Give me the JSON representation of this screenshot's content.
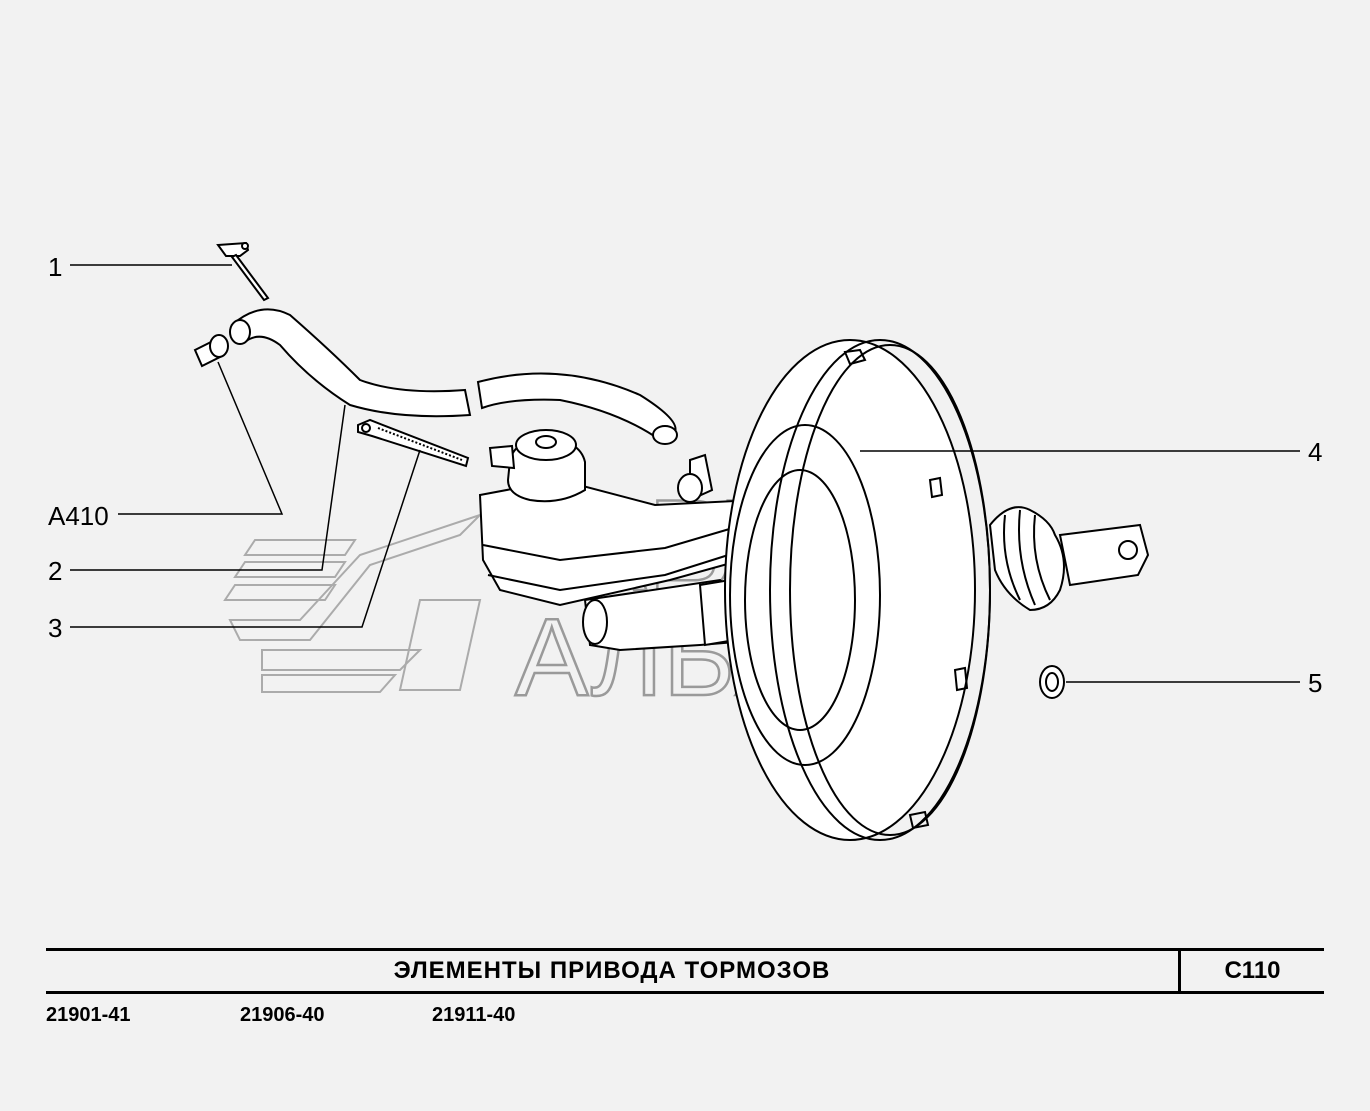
{
  "callouts": {
    "c1": "1",
    "cA410": "A410",
    "c2": "2",
    "c3": "3",
    "c4": "4",
    "c5": "5"
  },
  "title_block": {
    "title": "ЭЛЕМЕНТЫ  ПРИВОДА  ТОРМОЗОВ",
    "code": "C110"
  },
  "models": [
    "21901-41",
    "21906-40",
    "21911-40"
  ],
  "watermark": {
    "line1": "АВТО",
    "line2": "АЛЬЯНС"
  },
  "colors": {
    "background": "#f2f2f2",
    "line": "#000000",
    "watermark": "#9a9a9a"
  }
}
